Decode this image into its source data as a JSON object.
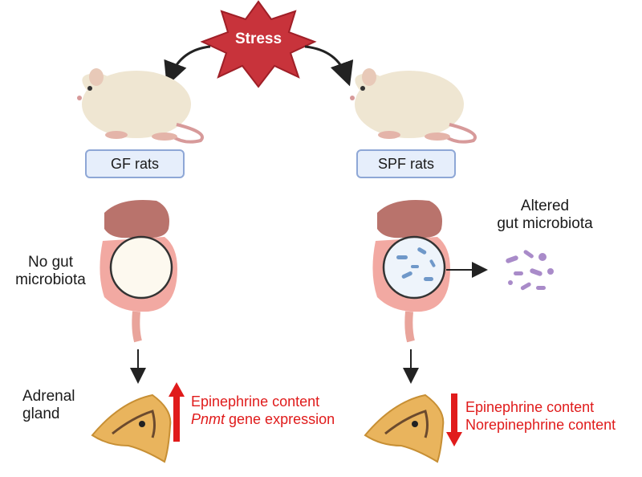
{
  "stress": {
    "label": "Stress"
  },
  "left": {
    "group_label": "GF rats",
    "microbiota_label_line1": "No gut",
    "microbiota_label_line2": "microbiota",
    "organ_label_line1": "Adrenal",
    "organ_label_line2": "gland",
    "effect_direction": "up",
    "effect_line1": "Epinephrine content",
    "effect_line2_italic": "Pnmt",
    "effect_line2_rest": " gene expression"
  },
  "right": {
    "group_label": "SPF rats",
    "microbiota_label_line1": "Altered",
    "microbiota_label_line2": "gut microbiota",
    "effect_direction": "down",
    "effect_line1": "Epinephrine content",
    "effect_line2": "Norepinephrine content"
  },
  "colors": {
    "stress_fill": "#c8333b",
    "arrow_red": "#e01b1b",
    "box_fill": "#e6eefb",
    "box_border": "#8ea7d6",
    "rat_body": "#efe6d2",
    "intestine": "#f2a9a2",
    "adrenal": "#e9b45d",
    "bacteria": "#a98bc9"
  }
}
